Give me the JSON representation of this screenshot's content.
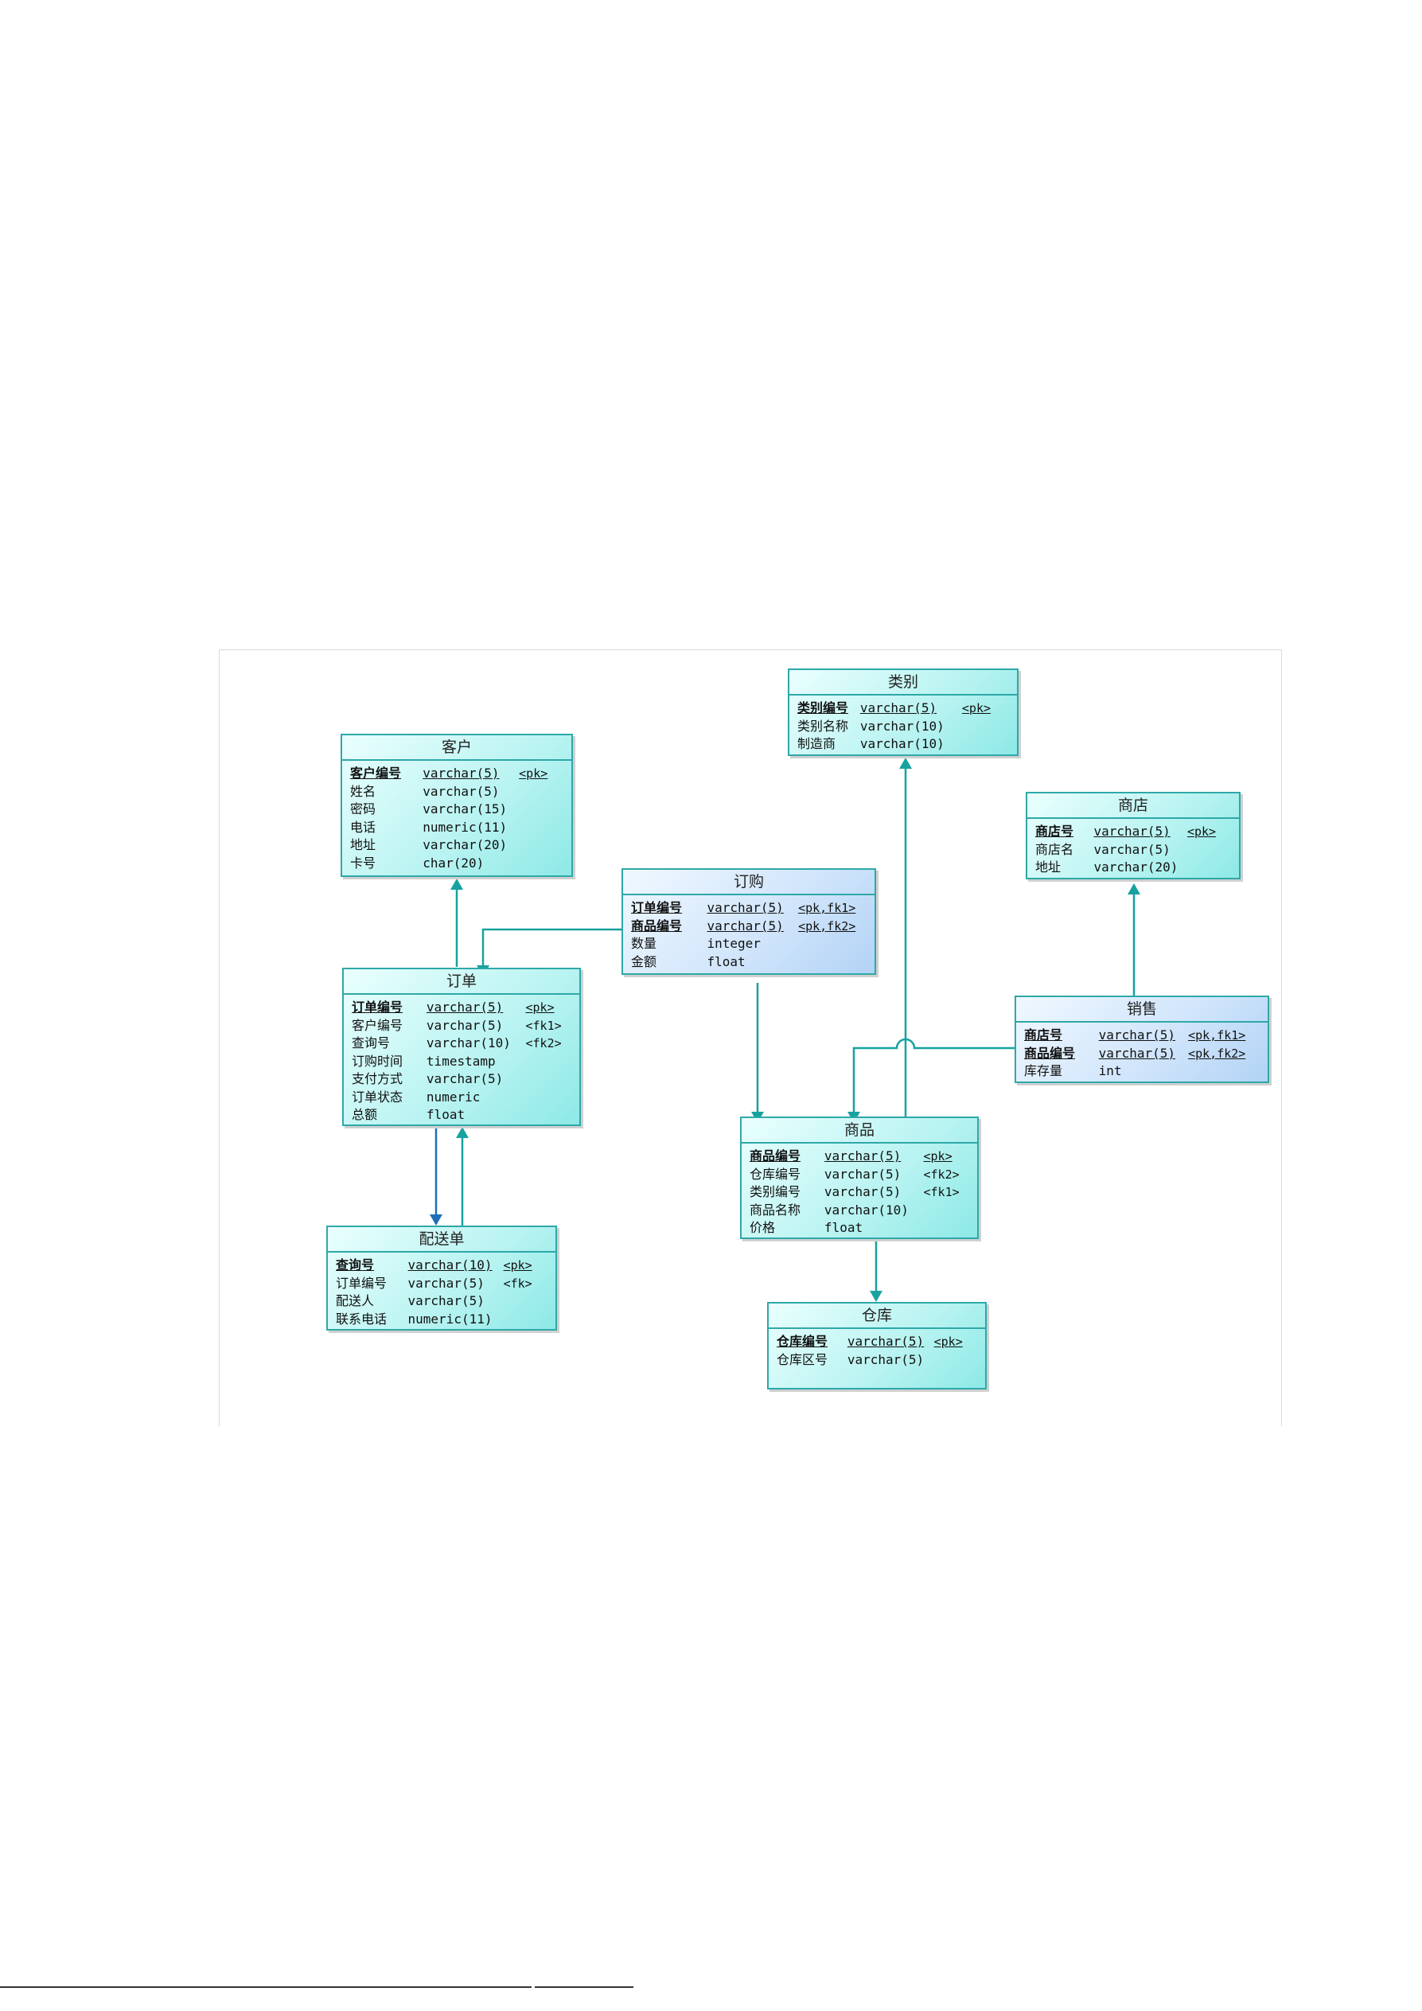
{
  "entities": {
    "customer": {
      "title": "客户",
      "columns": [
        {
          "name": "客户编号",
          "type": "varchar(5)",
          "key": "<pk>",
          "pk": true
        },
        {
          "name": "姓名",
          "type": "varchar(5)",
          "key": ""
        },
        {
          "name": "密码",
          "type": "varchar(15)",
          "key": ""
        },
        {
          "name": "电话",
          "type": "numeric(11)",
          "key": ""
        },
        {
          "name": "地址",
          "type": "varchar(20)",
          "key": ""
        },
        {
          "name": "卡号",
          "type": "char(20)",
          "key": ""
        }
      ]
    },
    "category": {
      "title": "类别",
      "columns": [
        {
          "name": "类别编号",
          "type": "varchar(5)",
          "key": "<pk>",
          "pk": true
        },
        {
          "name": "类别名称",
          "type": "varchar(10)",
          "key": ""
        },
        {
          "name": "制造商",
          "type": "varchar(10)",
          "key": ""
        }
      ]
    },
    "store": {
      "title": "商店",
      "columns": [
        {
          "name": "商店号",
          "type": "varchar(5)",
          "key": "<pk>",
          "pk": true
        },
        {
          "name": "商店名",
          "type": "varchar(5)",
          "key": ""
        },
        {
          "name": "地址",
          "type": "varchar(20)",
          "key": ""
        }
      ]
    },
    "purchase": {
      "title": "订购",
      "columns": [
        {
          "name": "订单编号",
          "type": "varchar(5)",
          "key": "<pk,fk1>",
          "pk": true
        },
        {
          "name": "商品编号",
          "type": "varchar(5)",
          "key": "<pk,fk2>",
          "pk": true
        },
        {
          "name": "数量",
          "type": "integer",
          "key": ""
        },
        {
          "name": "金额",
          "type": "float",
          "key": ""
        }
      ]
    },
    "order": {
      "title": "订单",
      "columns": [
        {
          "name": "订单编号",
          "type": "varchar(5)",
          "key": "<pk>",
          "pk": true
        },
        {
          "name": "客户编号",
          "type": "varchar(5)",
          "key": "<fk1>"
        },
        {
          "name": "查询号",
          "type": "varchar(10)",
          "key": "<fk2>"
        },
        {
          "name": "订购时间",
          "type": "timestamp",
          "key": ""
        },
        {
          "name": "支付方式",
          "type": "varchar(5)",
          "key": ""
        },
        {
          "name": "订单状态",
          "type": "numeric",
          "key": ""
        },
        {
          "name": "总额",
          "type": "float",
          "key": ""
        }
      ]
    },
    "sales": {
      "title": "销售",
      "columns": [
        {
          "name": "商店号",
          "type": "varchar(5)",
          "key": "<pk,fk1>",
          "pk": true
        },
        {
          "name": "商品编号",
          "type": "varchar(5)",
          "key": "<pk,fk2>",
          "pk": true
        },
        {
          "name": "库存量",
          "type": "int",
          "key": ""
        }
      ]
    },
    "product": {
      "title": "商品",
      "columns": [
        {
          "name": "商品编号",
          "type": "varchar(5)",
          "key": "<pk>",
          "pk": true
        },
        {
          "name": "仓库编号",
          "type": "varchar(5)",
          "key": "<fk2>"
        },
        {
          "name": "类别编号",
          "type": "varchar(5)",
          "key": "<fk1>"
        },
        {
          "name": "商品名称",
          "type": "varchar(10)",
          "key": ""
        },
        {
          "name": "价格",
          "type": "float",
          "key": ""
        }
      ]
    },
    "delivery": {
      "title": "配送单",
      "columns": [
        {
          "name": "查询号",
          "type": "varchar(10)",
          "key": "<pk>",
          "pk": true
        },
        {
          "name": "订单编号",
          "type": "varchar(5)",
          "key": "<fk>"
        },
        {
          "name": "配送人",
          "type": "varchar(5)",
          "key": ""
        },
        {
          "name": "联系电话",
          "type": "numeric(11)",
          "key": ""
        }
      ]
    },
    "warehouse": {
      "title": "仓库",
      "columns": [
        {
          "name": "仓库编号",
          "type": "varchar(5)",
          "key": "<pk>",
          "pk": true
        },
        {
          "name": "仓库区号",
          "type": "varchar(5)",
          "key": ""
        }
      ]
    }
  },
  "colors": {
    "border": "#2ea8a8",
    "link": "#17a2a0",
    "link_blue": "#1f6fb8"
  }
}
